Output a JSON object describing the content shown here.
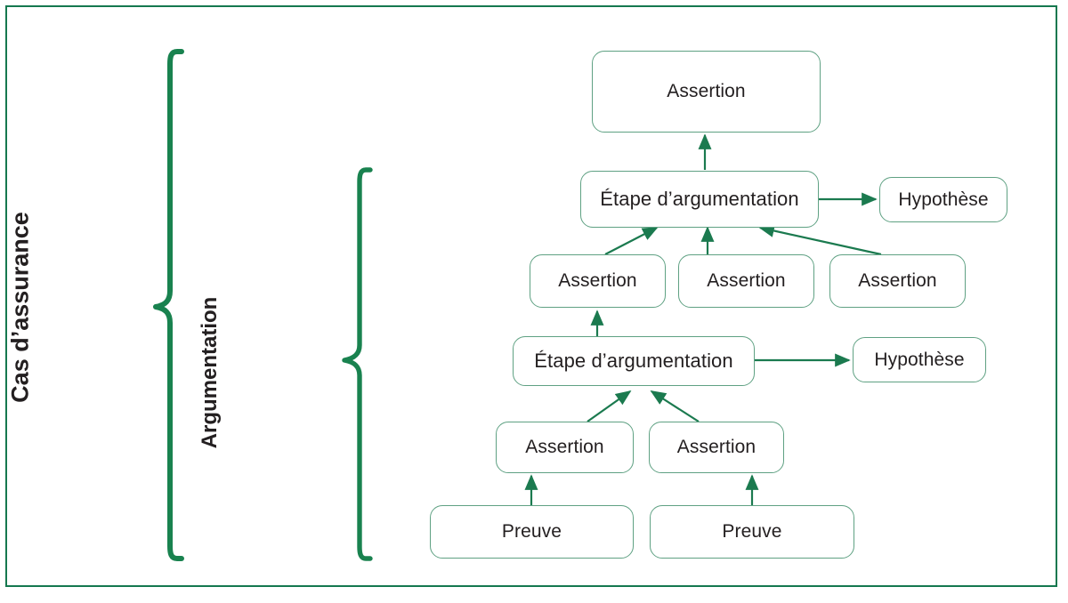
{
  "diagram": {
    "title": "Assurance case structure (French)",
    "border_color": "#15784F",
    "node_border_color": "#5FA183",
    "arrow_color": "#1B7A4F",
    "brace_color": "#19824F",
    "text_color": "#231F20",
    "background": "#ffffff"
  },
  "braces": [
    {
      "id": "brace-cas",
      "label": "Cas d’assurance",
      "orientation": "vertical-left"
    },
    {
      "id": "brace-arg",
      "label": "Argumentation",
      "orientation": "vertical-left"
    }
  ],
  "nodes": [
    {
      "id": "assertion-top",
      "label": "Assertion",
      "type": "assertion"
    },
    {
      "id": "etape-upper",
      "label": "Étape d’argumentation",
      "type": "argument-step"
    },
    {
      "id": "hypothese-upper",
      "label": "Hypothèse",
      "type": "hypothesis"
    },
    {
      "id": "assertion-mid-left",
      "label": "Assertion",
      "type": "assertion"
    },
    {
      "id": "assertion-mid-center",
      "label": "Assertion",
      "type": "assertion"
    },
    {
      "id": "assertion-mid-right",
      "label": "Assertion",
      "type": "assertion"
    },
    {
      "id": "etape-lower",
      "label": "Étape d’argumentation",
      "type": "argument-step"
    },
    {
      "id": "hypothese-lower",
      "label": "Hypothèse",
      "type": "hypothesis"
    },
    {
      "id": "assertion-bot-left",
      "label": "Assertion",
      "type": "assertion"
    },
    {
      "id": "assertion-bot-right",
      "label": "Assertion",
      "type": "assertion"
    },
    {
      "id": "preuve-left",
      "label": "Preuve",
      "type": "evidence"
    },
    {
      "id": "preuve-right",
      "label": "Preuve",
      "type": "evidence"
    }
  ],
  "edges": [
    {
      "from": "etape-upper",
      "to": "assertion-top",
      "style": "arrow-up"
    },
    {
      "from": "etape-upper",
      "to": "hypothese-upper",
      "style": "arrow-right"
    },
    {
      "from": "assertion-mid-left",
      "to": "etape-upper",
      "style": "arrow-diagonal"
    },
    {
      "from": "assertion-mid-center",
      "to": "etape-upper",
      "style": "arrow-up"
    },
    {
      "from": "assertion-mid-right",
      "to": "etape-upper",
      "style": "arrow-diagonal"
    },
    {
      "from": "etape-lower",
      "to": "assertion-mid-left",
      "style": "arrow-up"
    },
    {
      "from": "etape-lower",
      "to": "hypothese-lower",
      "style": "arrow-right"
    },
    {
      "from": "assertion-bot-left",
      "to": "etape-lower",
      "style": "arrow-diagonal"
    },
    {
      "from": "assertion-bot-right",
      "to": "etape-lower",
      "style": "arrow-diagonal"
    },
    {
      "from": "preuve-left",
      "to": "assertion-bot-left",
      "style": "arrow-up"
    },
    {
      "from": "preuve-right",
      "to": "assertion-bot-right",
      "style": "arrow-up"
    }
  ]
}
